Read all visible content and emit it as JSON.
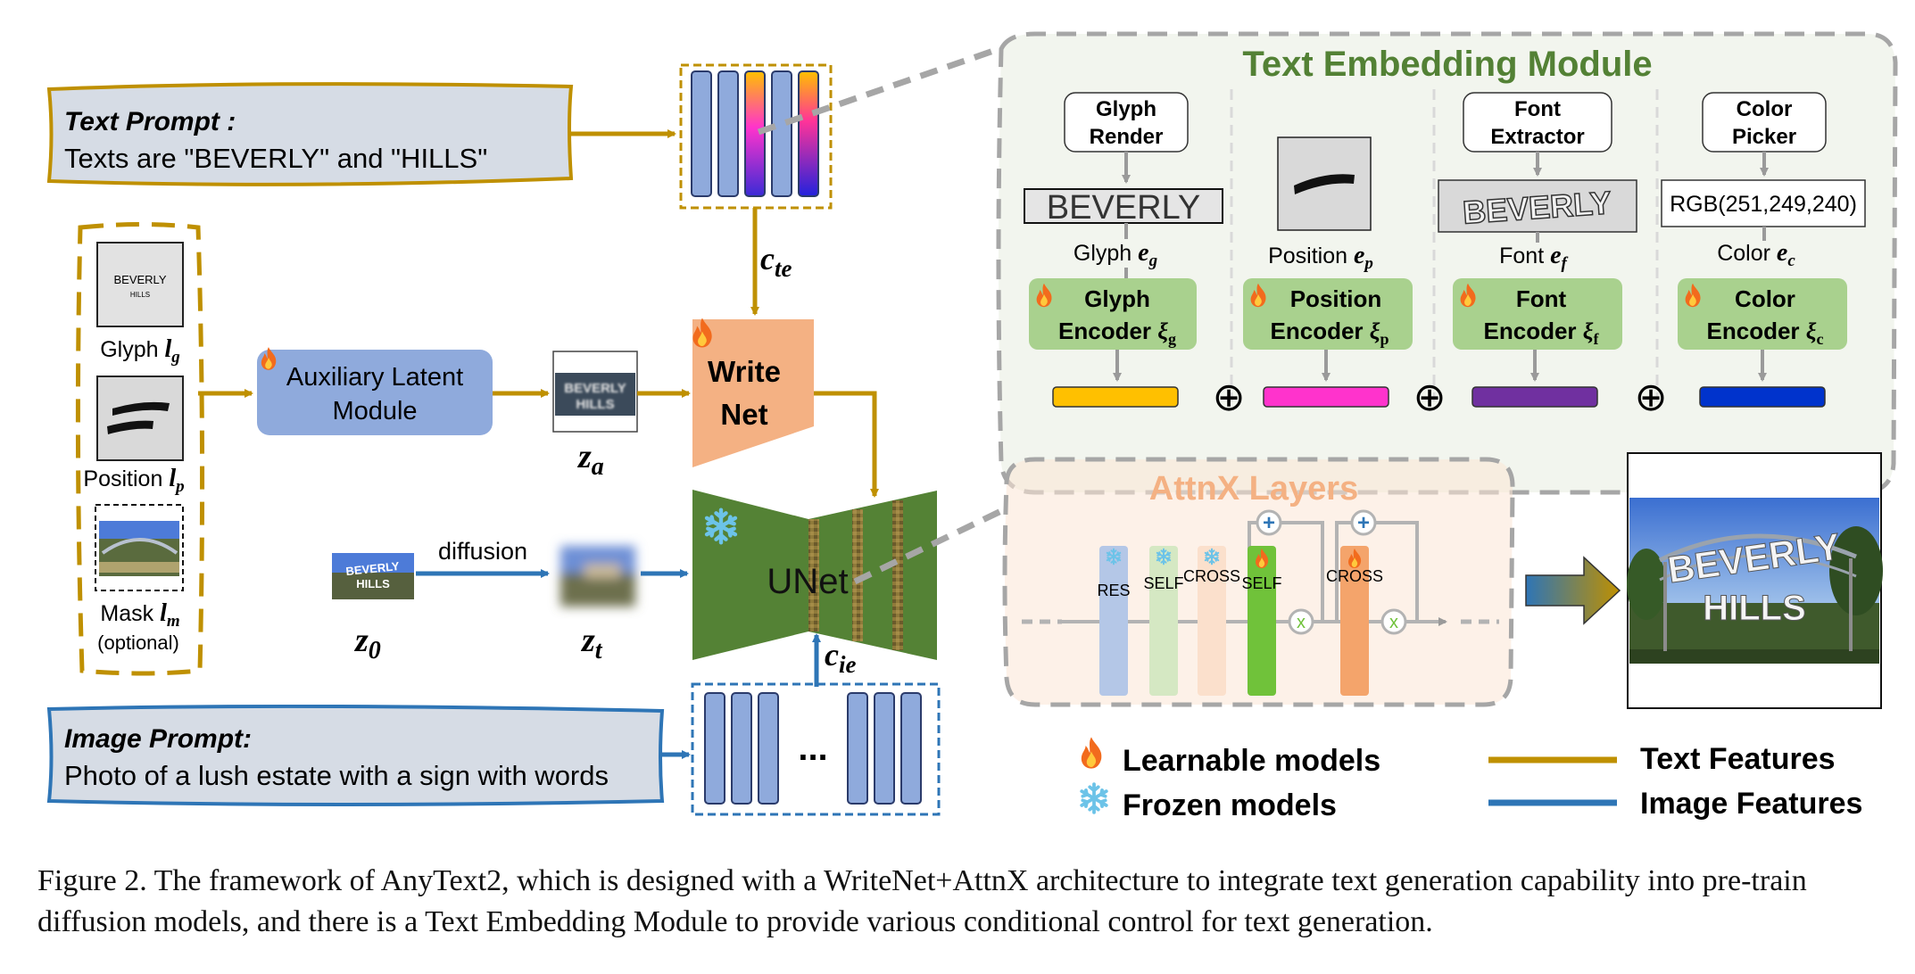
{
  "figure": {
    "text_prompt": {
      "title": "Text Prompt :",
      "text": "Texts are \"BEVERLY\" and \"HILLS\""
    },
    "image_prompt": {
      "title": "Image Prompt:",
      "text": "Photo of a lush estate with a sign with words"
    },
    "conditions": {
      "glyph_thumb_line1": "BEVERLY",
      "glyph_thumb_line2": "HILLS",
      "glyph": "Glyph",
      "glyph_sym": "l",
      "glyph_sub": "g",
      "position": "Position",
      "position_sym": "l",
      "position_sub": "p",
      "mask": "Mask",
      "mask_sym": "l",
      "mask_sub": "m",
      "mask_note": "(optional)"
    },
    "aux_module": {
      "line1": "Auxiliary Latent",
      "line2": "Module"
    },
    "writenet": {
      "line1": "Write",
      "line2": "Net"
    },
    "unet": {
      "label": "UNet"
    },
    "diffusion_label": "diffusion",
    "latents": {
      "z_a": "z",
      "z_a_sub": "a",
      "z_0": "z",
      "z_0_sub": "0",
      "z_t": "z",
      "z_t_sub": "t"
    },
    "c_te": {
      "sym": "c",
      "sub": "te"
    },
    "c_ie": {
      "sym": "c",
      "sub": "ie"
    },
    "ellipsis": "...",
    "tem": {
      "title": "Text Embedding Module",
      "glyph_render": [
        "Glyph",
        "Render"
      ],
      "glyph_sample": "BEVERLY",
      "glyph_e": {
        "text": "Glyph",
        "sym": "e",
        "sub": "g"
      },
      "glyph_encoder": [
        "Glyph",
        "Encoder"
      ],
      "glyph_xi_sub": "g",
      "position_e": {
        "text": "Position",
        "sym": "e",
        "sub": "p"
      },
      "position_encoder": [
        "Position",
        "Encoder"
      ],
      "position_xi_sub": "p",
      "font_extractor": [
        "Font",
        "Extractor"
      ],
      "font_sample": "BEVERLY",
      "font_e": {
        "text": "Font",
        "sym": "e",
        "sub": "f"
      },
      "font_encoder": [
        "Font",
        "Encoder"
      ],
      "font_xi_sub": "f",
      "color_picker": [
        "Color",
        "Picker"
      ],
      "rgb": "RGB(251,249,240)",
      "color_e": {
        "text": "Color",
        "sym": "e",
        "sub": "c"
      },
      "color_encoder": [
        "Color",
        "Encoder"
      ],
      "color_xi_sub": "c",
      "xi": "ξ",
      "oplus": "⊕"
    },
    "attnx": {
      "title": "AttnX Layers",
      "blocks": [
        "RES",
        "SELF",
        "CROSS",
        "SELF",
        "CROSS"
      ],
      "plus": "+",
      "times": "x"
    },
    "output_sign": {
      "line1": "BEVERLY",
      "line2": "HILLS"
    },
    "legend": {
      "learnable": "Learnable models",
      "frozen": "Frozen models",
      "text_features": "Text Features",
      "image_features": "Image Features"
    },
    "icons": {
      "learnable": "fire-icon",
      "frozen": "snowflake-icon"
    }
  },
  "colors": {
    "text_feature": "#bf9000",
    "image_feature": "#2e75b6",
    "prompt_fill": "#d6dce5",
    "module_blue": "#8faadc",
    "writenet": "#f4b183",
    "unet": "#548235",
    "encoder_green": "#a9d18e",
    "tem_title": "#538135",
    "attnx_title": "#f4b183",
    "glyph_bar": "#ffc000",
    "position_bar": "#ff33cc",
    "font_bar": "#7030a0",
    "color_bar": "#0033cc"
  },
  "caption": "Figure 2. The framework of AnyText2, which is designed with a WriteNet+AttnX architecture to integrate text generation capability into pre-train diffusion models, and there is a Text Embedding Module to provide various conditional control for text generation."
}
